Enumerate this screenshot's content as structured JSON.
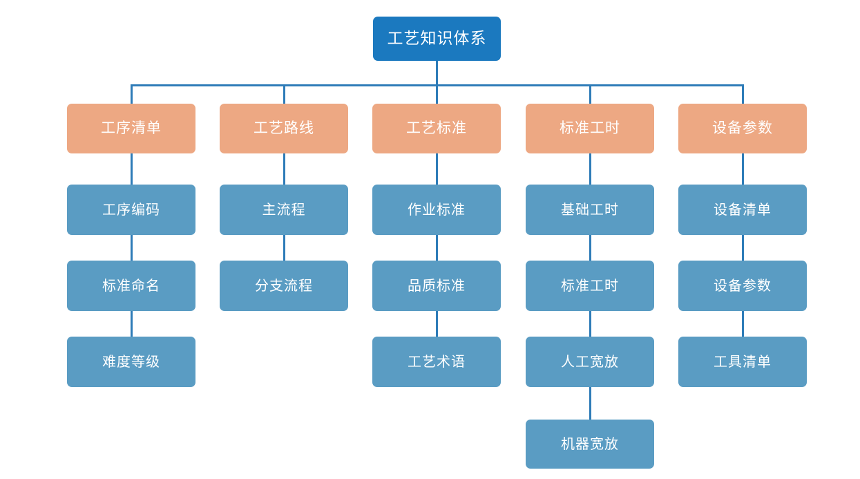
{
  "diagram": {
    "title": "工艺知识体系",
    "type": "organization-tree",
    "colors": {
      "root_fill": "#1B79BF",
      "branch_fill": "#EDA883",
      "leaf_fill": "#5A9CC3",
      "connector": "#2E7CB8",
      "text": "#FFFFFF",
      "background": "#FFFFFF"
    },
    "root": {
      "label": "工艺知识体系"
    },
    "branches": [
      {
        "label": "工序清单",
        "children": [
          {
            "label": "工序编码"
          },
          {
            "label": "标准命名"
          },
          {
            "label": "难度等级"
          }
        ]
      },
      {
        "label": "工艺路线",
        "children": [
          {
            "label": "主流程"
          },
          {
            "label": "分支流程"
          }
        ]
      },
      {
        "label": "工艺标准",
        "children": [
          {
            "label": "作业标准"
          },
          {
            "label": "品质标准"
          },
          {
            "label": "工艺术语"
          }
        ]
      },
      {
        "label": "标准工时",
        "children": [
          {
            "label": "基础工时"
          },
          {
            "label": "标准工时"
          },
          {
            "label": "人工宽放"
          },
          {
            "label": "机器宽放"
          }
        ]
      },
      {
        "label": "设备参数",
        "children": [
          {
            "label": "设备清单"
          },
          {
            "label": "设备参数"
          },
          {
            "label": "工具清单"
          }
        ]
      }
    ]
  }
}
